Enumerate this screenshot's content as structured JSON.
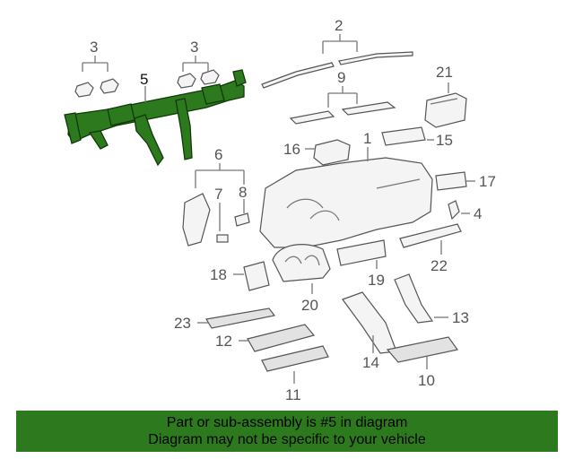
{
  "diagram": {
    "callouts": [
      "1",
      "2",
      "3",
      "3",
      "4",
      "5",
      "6",
      "7",
      "8",
      "9",
      "10",
      "11",
      "12",
      "13",
      "14",
      "15",
      "16",
      "17",
      "18",
      "19",
      "20",
      "21",
      "22",
      "23"
    ],
    "highlight_color": "#2d7a1e"
  },
  "banner": {
    "line1": "Part or sub-assembly is #5 in diagram",
    "line2": "Diagram may not be specific to your vehicle",
    "background": "#2d7a1e"
  }
}
